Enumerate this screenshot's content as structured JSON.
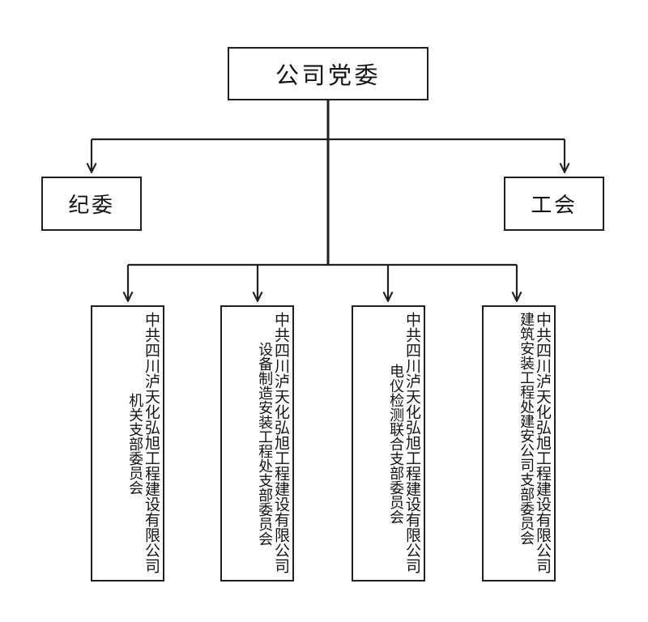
{
  "diagram": {
    "title_text": "公司党委",
    "type": "org-chart",
    "line_color": "#231f1e",
    "text_color": "#161212",
    "background": "#ffffff",
    "root": {
      "label": "公司党委"
    },
    "level2": [
      {
        "label": "纪委"
      },
      {
        "label": "工会"
      }
    ],
    "level3": [
      {
        "company": "中共四川泸天化弘旭工程建设有限公司",
        "branch": "机关支部委员会"
      },
      {
        "company": "中共四川泸天化弘旭工程建设有限公司",
        "branch": "设备制造安装工程处支部委员会"
      },
      {
        "company": "中共四川泸天化弘旭工程建设有限公司",
        "branch": "电仪检测联合支部委员会"
      },
      {
        "company": "中共四川泸天化弘旭工程建设有限公司",
        "branch": "建筑安装工程处建安公司支部委员会"
      }
    ]
  }
}
